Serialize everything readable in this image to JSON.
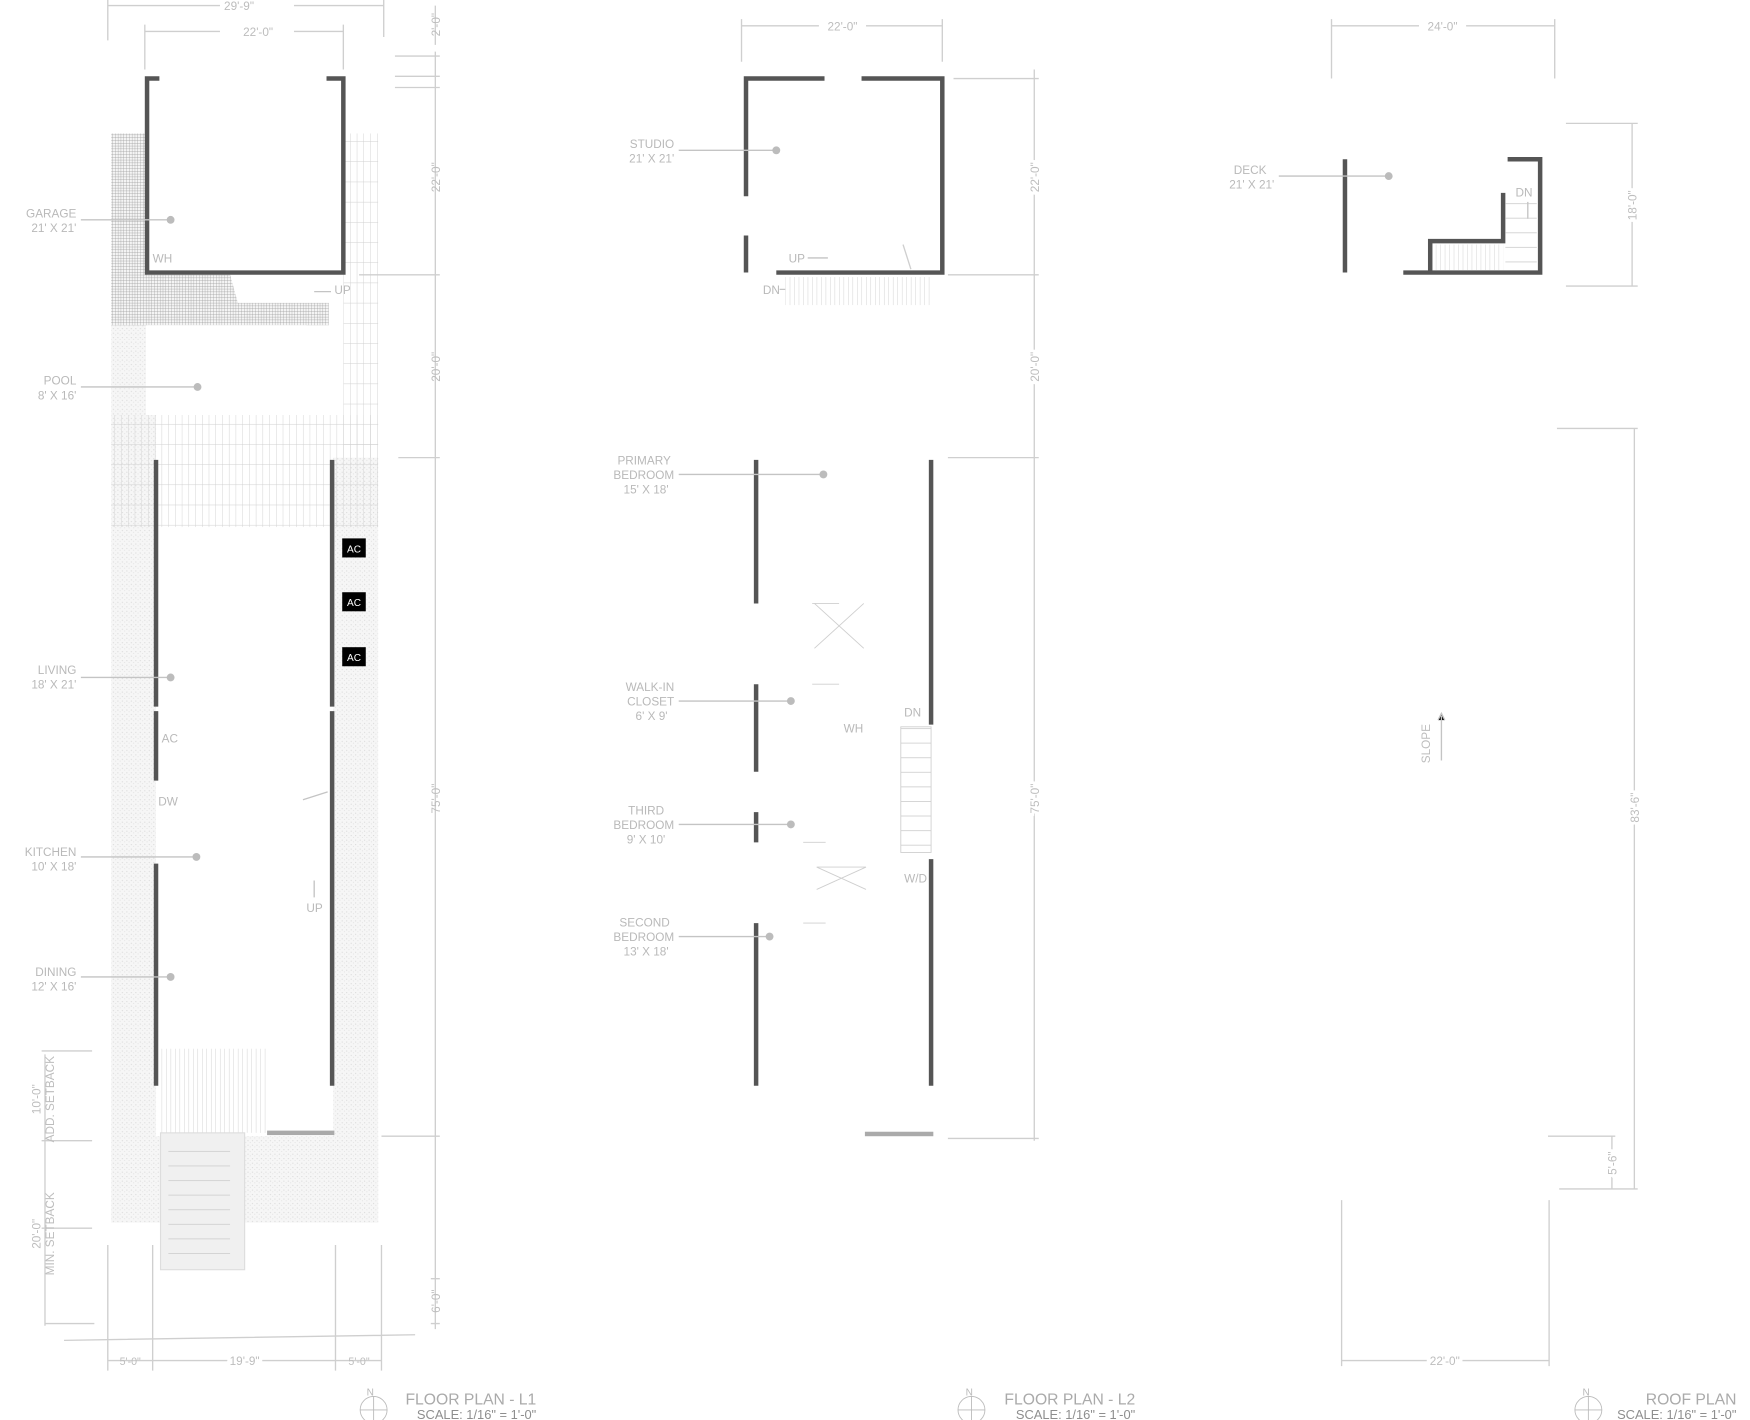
{
  "plans": {
    "l1": {
      "title": "FLOOR PLAN - L1",
      "scale": "SCALE: 1/16\" = 1'-0\"",
      "north": "N",
      "dims": {
        "overall_width": "29'-9\"",
        "garage_width": "22'-0\"",
        "gap": "2'-0\"",
        "garage_depth": "22'-0\"",
        "yard_depth": "20'-0\"",
        "house_depth": "75'-0\"",
        "front": "6'-0\"",
        "side_left": "5'-0\"",
        "house_width": "19'-9\"",
        "side_right": "5'-0\""
      },
      "setbacks": {
        "add_value": "10'-0\"",
        "add_label": "ADD. SETBACK",
        "min_value": "20'-0\"",
        "min_label": "MIN. SETBACK"
      },
      "rooms": [
        {
          "name": "GARAGE",
          "size": "21' X 21'"
        },
        {
          "name": "POOL",
          "size": "8' X 16'"
        },
        {
          "name": "LIVING",
          "size": "18' X 21'"
        },
        {
          "name": "KITCHEN",
          "size": "10' X 18'"
        },
        {
          "name": "DINING",
          "size": "12' X 16'"
        }
      ],
      "tags": {
        "wh": "WH",
        "up1": "UP",
        "ac_side": "AC",
        "dw": "DW",
        "up2": "UP",
        "ac_units": [
          "AC",
          "AC",
          "AC"
        ]
      }
    },
    "l2": {
      "title": "FLOOR PLAN - L2",
      "scale": "SCALE: 1/16\" = 1'-0\"",
      "north": "N",
      "dims": {
        "studio_width": "22'-0\"",
        "studio_depth": "22'-0\"",
        "gap": "20'-0\"",
        "house_depth": "75'-0\""
      },
      "rooms": [
        {
          "name": "STUDIO",
          "size": "21' X 21'"
        },
        {
          "name": "PRIMARY",
          "name2": "BEDROOM",
          "size": "15' X 18'"
        },
        {
          "name": "WALK-IN",
          "name2": "CLOSET",
          "size": "6' X 9'"
        },
        {
          "name": "THIRD",
          "name2": "BEDROOM",
          "size": "9' X 10'"
        },
        {
          "name": "SECOND",
          "name2": "BEDROOM",
          "size": "13' X 18'"
        }
      ],
      "tags": {
        "up": "UP",
        "dn": "DN",
        "wh": "WH",
        "dn2": "DN",
        "wd": "W/D"
      }
    },
    "roof": {
      "title": "ROOF PLAN",
      "scale": "SCALE: 1/16\" = 1'-0\"",
      "north": "N",
      "dims": {
        "top_width": "24'-0\"",
        "deck_depth": "18'-0\"",
        "roof_depth": "83'-6\"",
        "overhang": "5'-6\"",
        "bottom_width": "22'-0\""
      },
      "rooms": [
        {
          "name": "DECK",
          "size": "21' X 21'"
        }
      ],
      "tags": {
        "dn": "DN",
        "slope": "SLOPE"
      }
    }
  }
}
